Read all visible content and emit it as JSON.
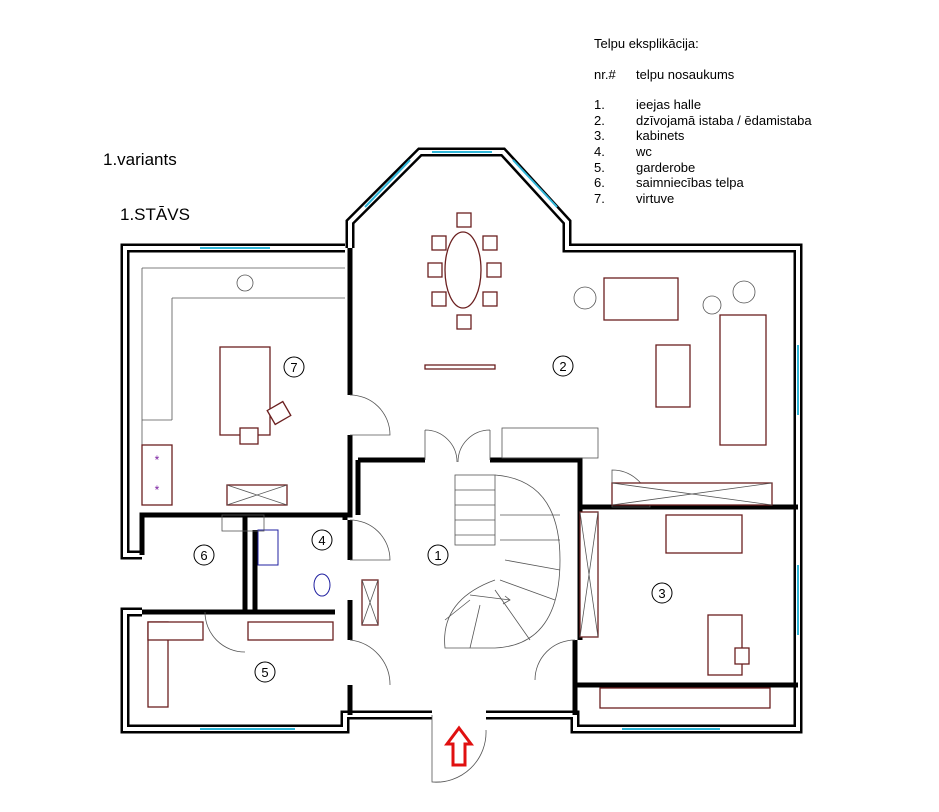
{
  "header": {
    "variant": "1.variants",
    "floor": "1.STĀVS"
  },
  "legend": {
    "title": "Telpu eksplikācija:",
    "col_nr": "nr.#",
    "col_name": "telpu nosaukums",
    "items": [
      {
        "nr": "1.",
        "name": "ieejas halle"
      },
      {
        "nr": "2.",
        "name": "dzīvojamā istaba / ēdamistaba"
      },
      {
        "nr": "3.",
        "name": "kabinets"
      },
      {
        "nr": "4.",
        "name": "wc"
      },
      {
        "nr": "5.",
        "name": "garderobe"
      },
      {
        "nr": "6.",
        "name": "saimniecības telpa"
      },
      {
        "nr": "7.",
        "name": "virtuve"
      }
    ]
  },
  "rooms": [
    "1",
    "2",
    "3",
    "4",
    "5",
    "6",
    "7"
  ],
  "colors": {
    "wall": "#000000",
    "furniture": "#6b1f1f",
    "window": "#2fb6d8",
    "entrance_arrow": "#e01010"
  }
}
